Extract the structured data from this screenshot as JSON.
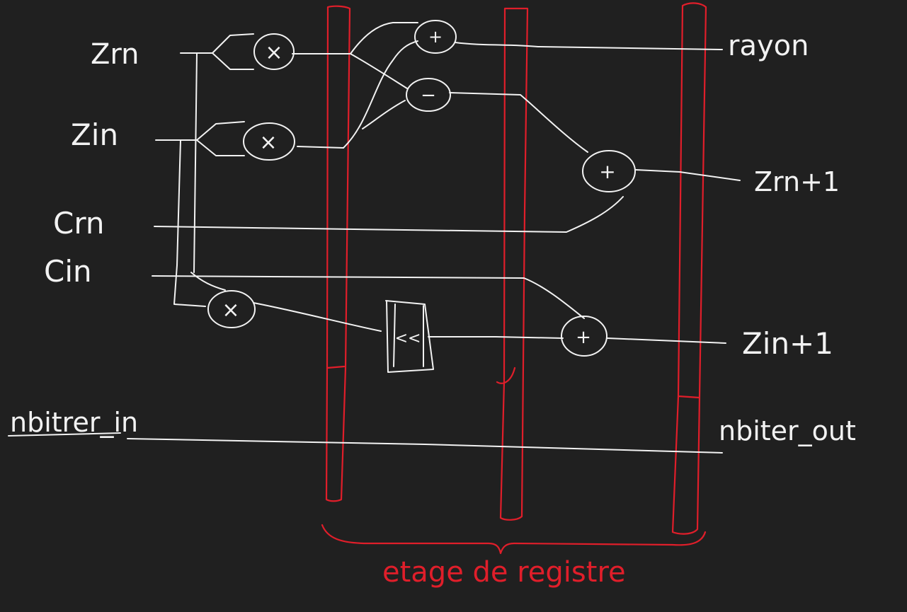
{
  "colors": {
    "background": "#202020",
    "wire": "#f2f2f2",
    "register": "#e01e2a",
    "label_red": "#e01e2a"
  },
  "inputs": {
    "zrn": "Zrn",
    "zin": "Zin",
    "crn": "Crn",
    "cin": "Cin",
    "nbiter_in": "nbitrer_in"
  },
  "outputs": {
    "rayon": "rayon",
    "zrn1": "Zrn+1",
    "zin1": "Zin+1",
    "nbiter_out": "nbiter_out"
  },
  "operators": {
    "mul_zrn": "×",
    "mul_zin": "×",
    "mul_cross": "×",
    "add_top": "+",
    "sub": "−",
    "add_right": "+",
    "add_bottom": "+",
    "shift": "<<"
  },
  "caption": "etage de registre"
}
